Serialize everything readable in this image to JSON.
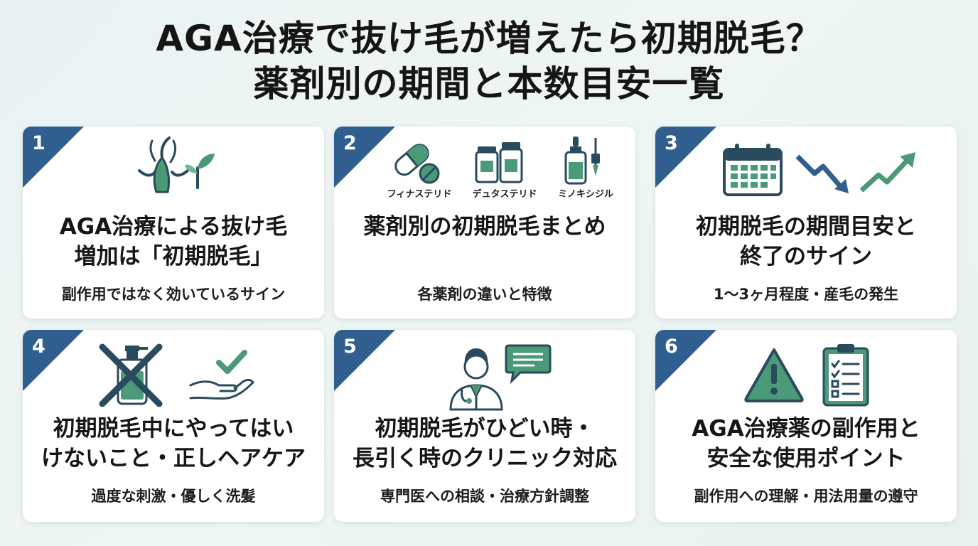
{
  "title": {
    "line1": "AGA治療で抜け毛が増えたら初期脱毛？",
    "line2": "薬剤別の期間と本数目安一覧"
  },
  "colors": {
    "badge": "#2f5e8f",
    "accent_green": "#4a9a78",
    "icon_dark": "#2a4a5e"
  },
  "cards": [
    {
      "number": "1",
      "heading_lines": [
        "AGA治療による抜け毛",
        "増加は「初期脱毛」"
      ],
      "sub": "副作用ではなく効いているサイン",
      "icons": [
        "hair-follicle-icon",
        "sprout-icon"
      ]
    },
    {
      "number": "2",
      "heading_lines": [
        "薬剤別の初期脱毛まとめ"
      ],
      "sub": "各薬剤の違いと特徴",
      "drugs": [
        "フィナステリド",
        "デュタステリド",
        "ミノキシジル"
      ],
      "icons": [
        "pill-icon",
        "medicine-bottle-icon",
        "dropper-icon"
      ]
    },
    {
      "number": "3",
      "heading_lines": [
        "初期脱毛の期間目安と",
        "終了のサイン"
      ],
      "sub": "1〜3ヶ月程度・産毛の発生",
      "icons": [
        "calendar-icon",
        "trend-down-icon",
        "trend-up-icon"
      ]
    },
    {
      "number": "4",
      "heading_lines": [
        "初期脱毛中にやってはい",
        "けないこと・正しヘアケア"
      ],
      "sub": "過度な刺激・優しく洗髪",
      "icons": [
        "no-shampoo-icon",
        "hand-check-icon"
      ]
    },
    {
      "number": "5",
      "heading_lines": [
        "初期脱毛がひどい時・",
        "長引く時のクリニック対応"
      ],
      "sub": "専門医への相談・治療方針調整",
      "icons": [
        "doctor-icon",
        "speech-bubble-icon"
      ]
    },
    {
      "number": "6",
      "heading_lines": [
        "AGA治療薬の副作用と",
        "安全な使用ポイント"
      ],
      "sub": "副作用への理解・用法用量の遵守",
      "icons": [
        "warning-icon",
        "checklist-icon"
      ]
    }
  ]
}
